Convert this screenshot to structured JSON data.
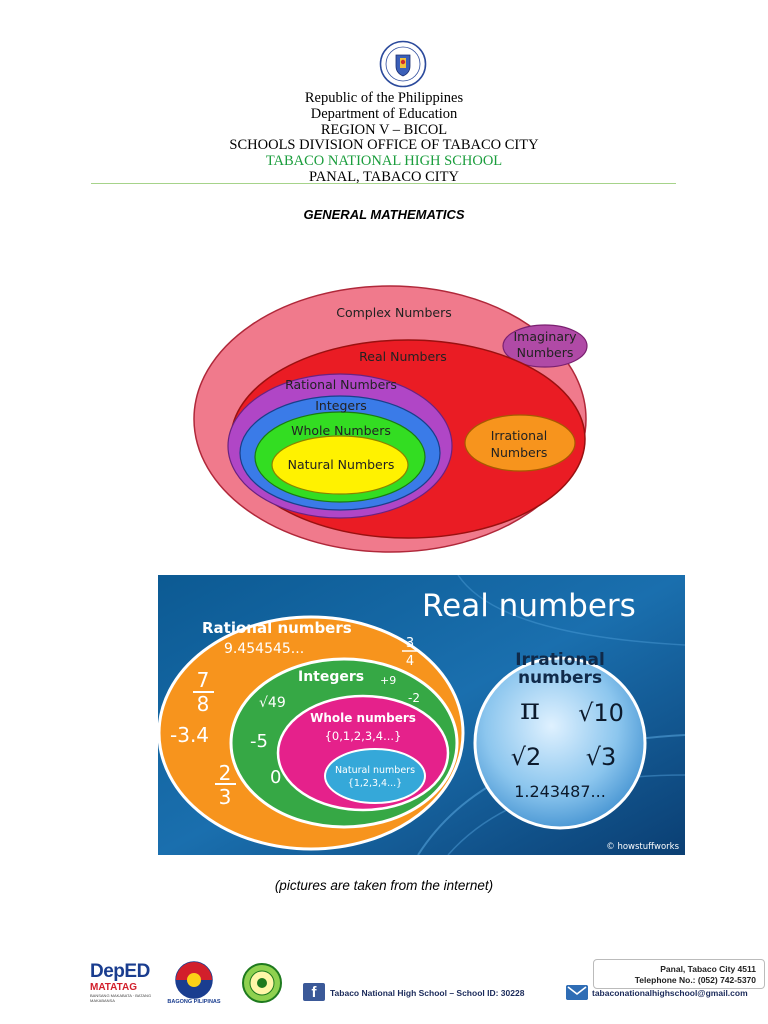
{
  "header": {
    "lines": [
      "Republic of the Philippines",
      "Department of Education",
      "REGION V – BICOL",
      "SCHOOLS DIVISION OFFICE OF TABACO CITY",
      "TABACO NATIONAL HIGH SCHOOL",
      "PANAL, TABACO CITY"
    ],
    "school_color": "#1a9d3c"
  },
  "subject": "GENERAL MATHEMATICS",
  "figure1": {
    "complex": "Complex Numbers",
    "imaginary_1": "Imaginary",
    "imaginary_2": "Numbers",
    "real": "Real Numbers",
    "rational": "Rational Numbers",
    "integers": "Integers",
    "whole": "Whole Numbers",
    "natural": "Natural Numbers",
    "irrational_1": "Irrational",
    "irrational_2": "Numbers",
    "colors": {
      "complex": "#f07a8c",
      "real": "#ea1c24",
      "rational": "#b046c6",
      "integers": "#3a7be8",
      "whole": "#33dd22",
      "natural": "#fff200",
      "irrational": "#f7941d",
      "imaginary": "#b04aa6"
    }
  },
  "figure2": {
    "title": "Real numbers",
    "rational_title": "Rational numbers",
    "rational_ex1": "9.454545...",
    "frac34_num": "3",
    "frac34_den": "4",
    "frac78_num": "7",
    "frac78_den": "8",
    "neg34": "-3.4",
    "frac23_num": "2",
    "frac23_den": "3",
    "integers_title": "Integers",
    "plus9": "+9",
    "sqrt49": "√49",
    "minus2": "-2",
    "minus5": "-5",
    "zero": "0",
    "whole_title": "Whole numbers",
    "whole_set": "{0,1,2,3,4...}",
    "natural_title": "Natural numbers",
    "natural_set": "{1,2,3,4...}",
    "irrational_1": "Irrational",
    "irrational_2": "numbers",
    "pi": "π",
    "sqrt10": "√10",
    "sqrt2": "√2",
    "sqrt3": "√3",
    "irr_ex": "1.243487...",
    "credit": "© howstuffworks"
  },
  "caption": "(pictures are taken from the internet)",
  "footer": {
    "deped_1": "DepED",
    "deped_2": "MATATAG",
    "deped_3": "BANSANG MAKABATA · BATANG MAKABANSA",
    "bagong": "BAGONG PILIPINAS",
    "fb_icon": "f",
    "fb_text": "Tabaco National High School – School ID: 30228",
    "address": "Panal, Tabaco City 4511",
    "telephone": "Telephone No.: (052) 742-5370",
    "email": "tabaconationalhighschool@gmail.com"
  }
}
